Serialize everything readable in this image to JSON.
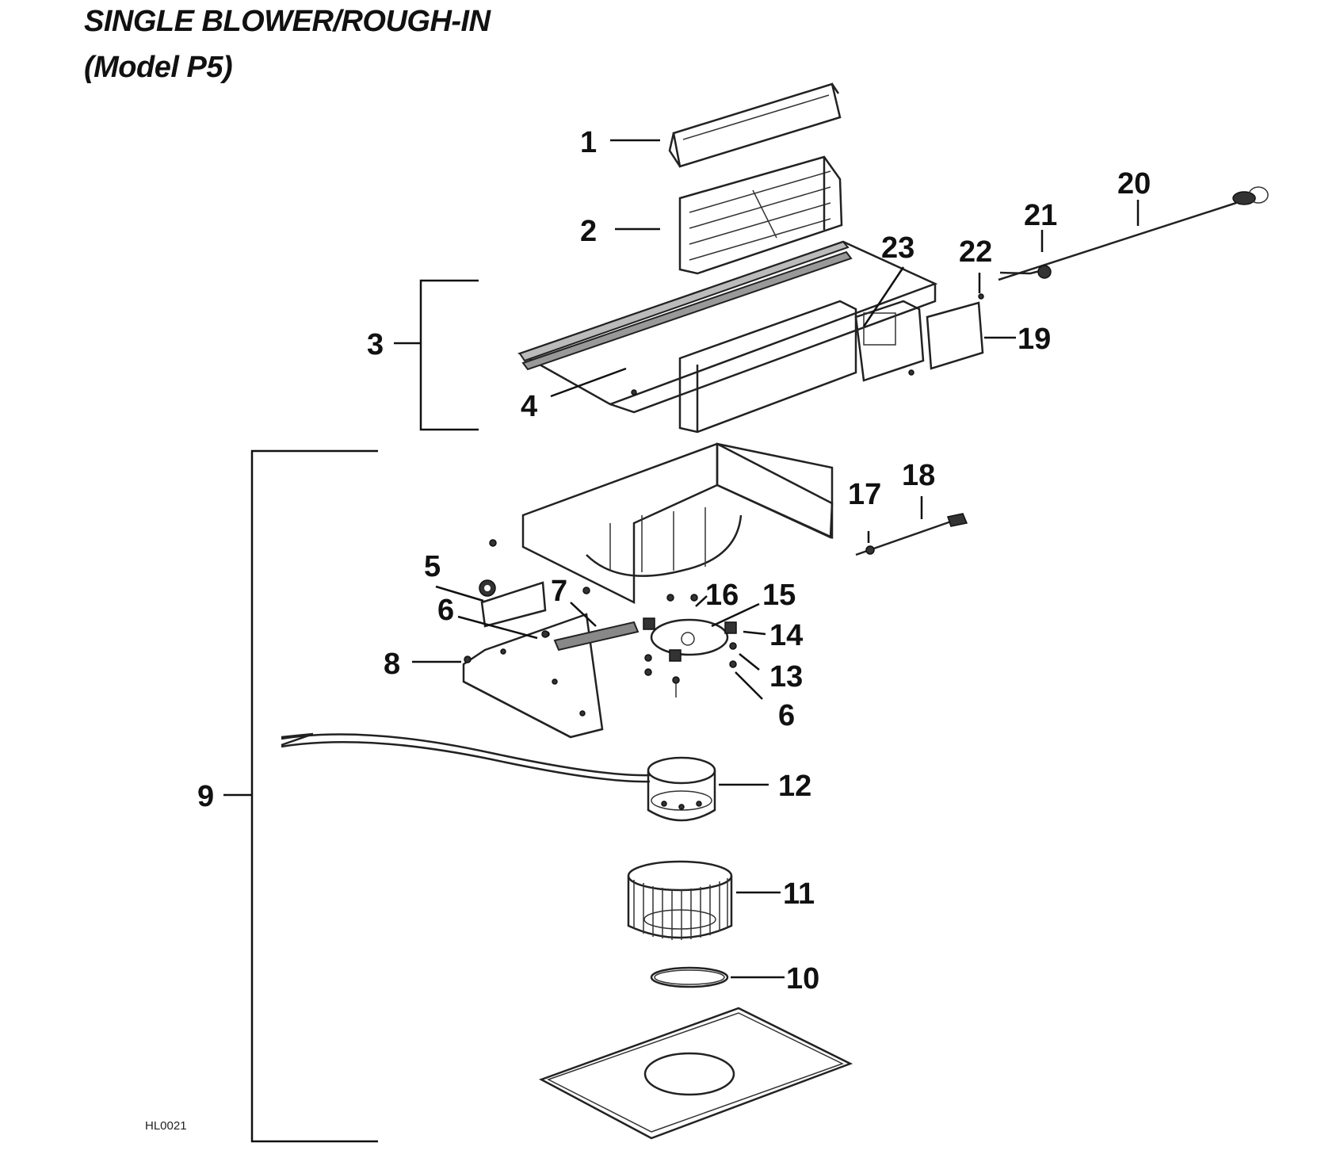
{
  "title": {
    "line1": "SINGLE BLOWER/ROUGH-IN",
    "line2": "(Model P5)"
  },
  "drawing_code": "HL0021",
  "callouts": [
    "1",
    "2",
    "3",
    "4",
    "5",
    "6",
    "7",
    "8",
    "9",
    "10",
    "11",
    "12",
    "13",
    "14",
    "15",
    "16",
    "17",
    "18",
    "19",
    "20",
    "21",
    "22",
    "23",
    "6"
  ]
}
